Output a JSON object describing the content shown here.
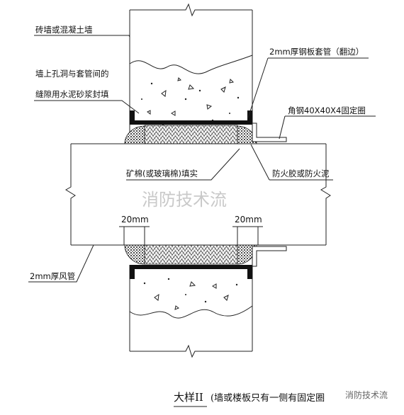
{
  "labels": {
    "wall": "砖墙或混凝土墙",
    "gap_line1": "墙上孔洞与套管间的",
    "gap_line2": "缝隙用水泥砂浆封填",
    "sleeve": "2mm厚钢板套管（翻边）",
    "angle_steel": "角钢40X40X4固定圈",
    "mineral_wool": "矿棉(或玻璃棉)填实",
    "fire_glue": "防火胶或防火泥",
    "duct": "2mm厚风管"
  },
  "dimensions": {
    "left_gap": "20mm",
    "right_gap": "20mm"
  },
  "title": {
    "main": "大样II",
    "sub": "(墙或楼板只有一侧有固定圈"
  },
  "watermark": {
    "center": "消防技术流",
    "corner": "消防技术流"
  },
  "colors": {
    "line": "#222222",
    "watermark": "#c9c9c9",
    "fill_black": "#111111"
  }
}
